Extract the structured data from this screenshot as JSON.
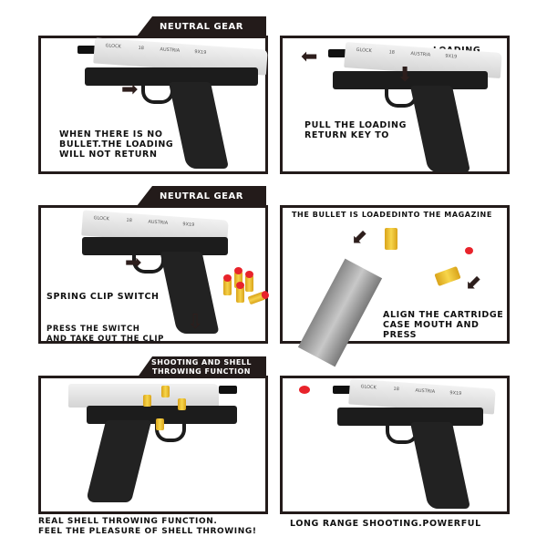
{
  "colors": {
    "frame_border": "#231b1a",
    "tab_bg": "#231b1a",
    "tab_text": "#ffffff",
    "bullet_tip": "#e8232b",
    "bullet_body": "#f5d14a"
  },
  "slide_markings": {
    "brand": "GLOCK",
    "model": "18",
    "country": "AUSTRIA",
    "caliber": "9X19"
  },
  "panels": [
    {
      "tab": "NEUTRAL GEAR",
      "caption": "WHEN THERE IS NO\nBULLET.THE LOADING\nWILL NOT RETURN",
      "icons": [
        "arrow-right-icon"
      ]
    },
    {
      "tab": "LOADING",
      "caption": "PULL THE LOADING\nRETURN KEY TO",
      "icons": [
        "arrow-left-icon",
        "arrow-down-icon"
      ]
    },
    {
      "tab": "NEUTRAL GEAR",
      "caption_top": "SPRING CLIP SWITCH",
      "caption": "PRESS THE SWITCH\nAND TAKE OUT THE CLIP",
      "icons": [
        "arrow-right-icon",
        "arrow-down-icon"
      ]
    },
    {
      "tab": "THE BULLET IS LOADEDINTO THE MAGAZINE",
      "caption": "ALIGN THE CARTRIDGE\nCASE MOUTH AND PRESS",
      "icons": [
        "arrow-down-left-icon",
        "arrow-down-left-icon"
      ]
    },
    {
      "tab": "SHOOTING AND SHELL\nTHROWING FUNCTION",
      "caption": "REAL SHELL THROWING FUNCTION.\nFEEL THE PLEASURE OF SHELL THROWING!"
    },
    {
      "caption": "LONG RANGE SHOOTING.POWERFUL"
    }
  ]
}
